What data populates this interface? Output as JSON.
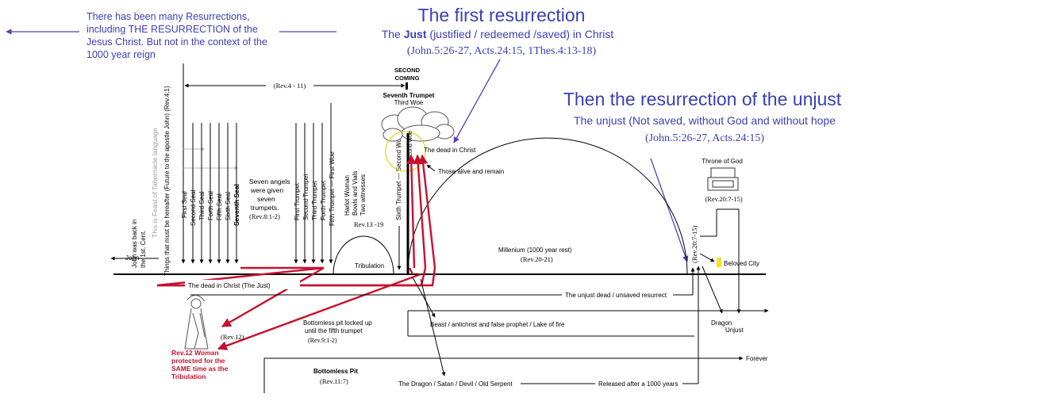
{
  "header": {
    "note_lines": [
      "There has been many Resurrections,",
      "including THE RESURRECTION of the",
      "Jesus Christ. But not in the context of the",
      "1000 year reign"
    ],
    "first_title": "The first resurrection",
    "first_sub_pre": "The ",
    "first_sub_bold": "Just",
    "first_sub_post": " (justified / redeemed /saved) in Christ",
    "first_refs": "(John.5:26-27, Acts.24:15, 1Thes.4:13-18)",
    "unjust_title": "Then the resurrection of the unjust",
    "unjust_sub": "The unjust (Not saved, without God and without hope",
    "unjust_refs": "(John.5:26-27, Acts.24:15)"
  },
  "timeline": {
    "second_coming_1": "SECOND",
    "second_coming_2": "COMING",
    "seventh_trumpet": "Seventh Trumpet",
    "third_woe": "Third Woe",
    "rev4_11": "(Rev.4 - 11)",
    "john_back": [
      "John was back in",
      "the 1st. Cent."
    ],
    "john_label": "John",
    "things_hereafter": "Things that must be hereafter (Future to the apostle John) (Rev.4:1)",
    "feast": "This is Feast of Tabernacle language",
    "seals": [
      "First Seal",
      "Second Seal",
      "Third Seal",
      "Forth Seal",
      "Fifth Seal",
      "Sixth Seal",
      "Seventh Seal"
    ],
    "seven_angels": [
      "Seven angels",
      "were given",
      "seven",
      "trumpets.",
      "(Rev.8:1-2)"
    ],
    "trumpets": [
      "First Trumpet",
      "Second Trumpet",
      "Third Trumpet",
      "Forth Trumpet",
      "Fifth Trumpet — First Woe"
    ],
    "harlot": [
      "Harlot Woman",
      "Bowls and Vials",
      "Two witnesses"
    ],
    "rev13_19": "Rev.13 -19",
    "sixth_trumpet": "Sixth Trumpet — Second Woe",
    "tribulation": "Tribulation",
    "dead_in_christ": "The dead in Christ",
    "alive_remain": "Those alive and remain",
    "millenium": "Millenium (1000 year rest)",
    "rev20_21": "(Rev.20-21)",
    "throne": "Throne of God",
    "rev20_7_15a": "(Rev.20:7-15)",
    "rev20_7_15b": "(Rev.20:7-15)",
    "beloved_city": "Beloved City",
    "dead_christ_just": "The dead in Christ (The Just)",
    "unjust_dead": "The unjust dead / unsaved resurrect",
    "bottomless_locked": [
      "Bottomless pit locked up",
      "until the fifth trumpet",
      "(Rev.9:1-2)"
    ],
    "bottomless_pit": "Bottomless Pit",
    "rev11_7": "(Rev.11:7)",
    "beast": "Beast / antichrist and false prophet / Lake of fire",
    "dragon": "Dragon",
    "unjust": "Unjust",
    "forever": "Forever",
    "dragon_satan": "The Dragon / Satan / Devil / Old Serpent",
    "released": "Released after a 1000 years",
    "rev12": "(Rev.12)",
    "rev12_woman": [
      "Rev.12 Woman",
      "protected for the",
      "SAME time as the",
      "Tribulation"
    ]
  },
  "colors": {
    "blue": "#3b3fb5",
    "red": "#c8102e",
    "black": "#000000"
  }
}
